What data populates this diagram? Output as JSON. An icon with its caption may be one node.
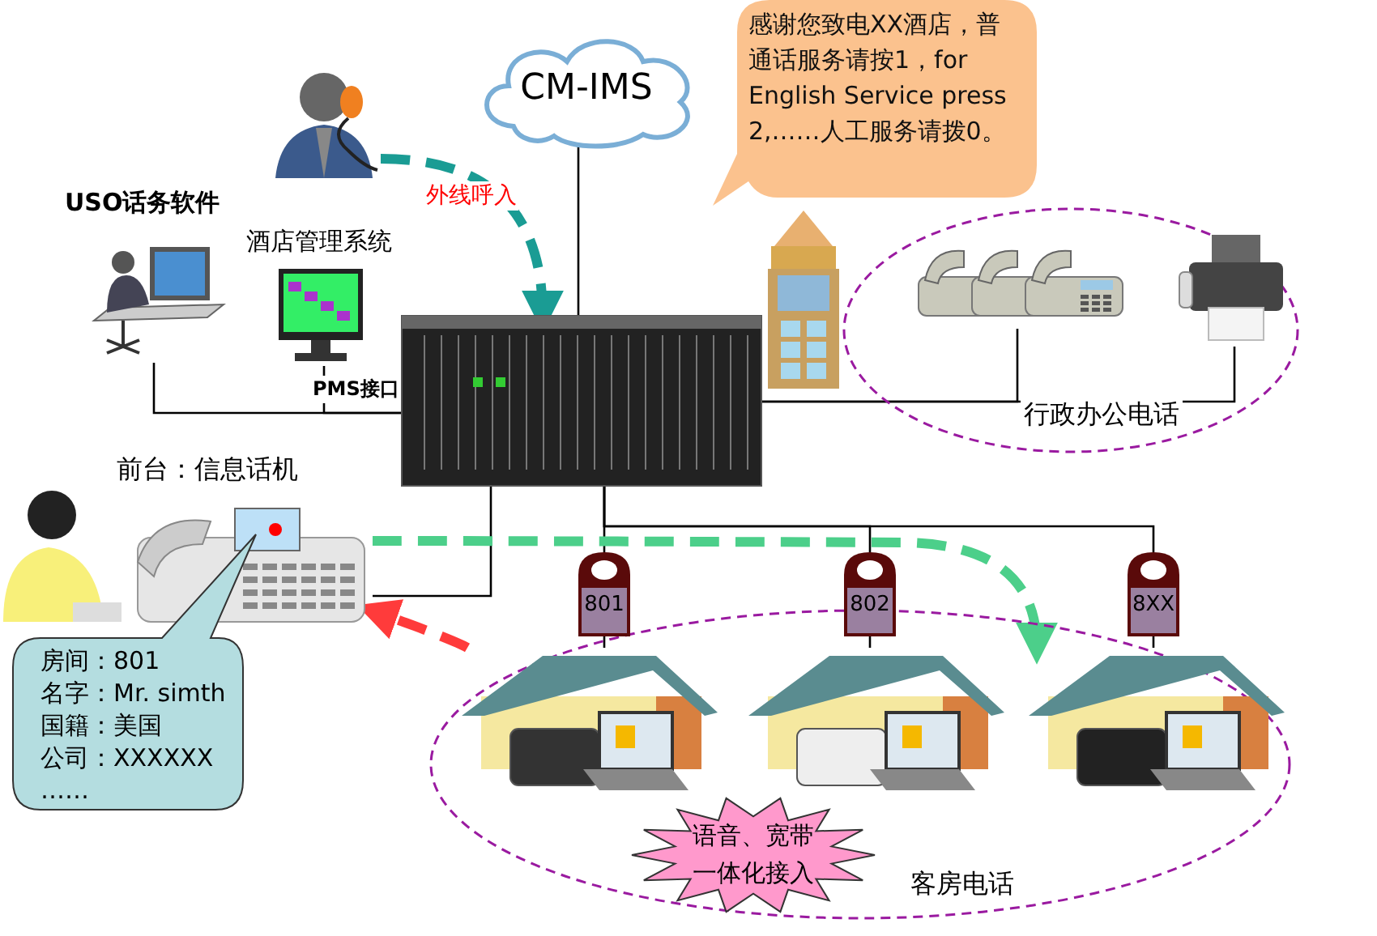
{
  "diagram": {
    "nodes": [
      {
        "text": [],
        "shape": "person"
      },
      {
        "text": [
          "CM-IMS"
        ]
      },
      {
        "text": [
          "感谢您致电XX酒店，普通话服务请按1，for English Service press 2,……人工服务请拨0。"
        ]
      },
      {
        "text": [],
        "shape": "picture"
      },
      {
        "text": [],
        "shape": "picture"
      },
      {
        "text": [
          "USO话务软件"
        ]
      },
      {
        "text": [
          "酒店管理系统"
        ]
      },
      {
        "text": [
          "前台：信息话机"
        ]
      },
      {
        "text": [
          "房间：801",
          "名字：Mr. simth",
          "国籍：美国",
          "公司：XXXXXX",
          "……"
        ]
      },
      {
        "text": [
          "行政办公电话"
        ]
      },
      {
        "text": [],
        "shape": "picture",
        "in": 9
      },
      {
        "text": [],
        "shape": "picture",
        "in": 9
      },
      {
        "text": [
          "客房电话"
        ]
      },
      {
        "text": [
          "801"
        ]
      },
      {
        "text": [
          "802"
        ]
      },
      {
        "text": [
          "8XX"
        ]
      },
      {
        "text": [],
        "shape": "picture",
        "in": 12
      },
      {
        "text": [],
        "shape": "picture",
        "in": 12
      },
      {
        "text": [],
        "shape": "picture",
        "in": 12
      },
      {
        "text": [
          "语音、宽带一体化接入"
        ],
        "in": 12
      }
    ],
    "edges": [
      {
        "from": 0,
        "to": 3,
        "arrow": "to",
        "label": "外线呼入",
        "style": "dashed",
        "color": "#1a9c94"
      },
      {
        "from": 1,
        "to": 3,
        "arrow": "none"
      },
      {
        "from": 5,
        "to": 3,
        "arrow": "none"
      },
      {
        "from": 6,
        "to": 3,
        "arrow": "none",
        "label": "PMS接口"
      },
      {
        "from": 3,
        "to": 10,
        "arrow": "none"
      },
      {
        "from": 3,
        "to": 11,
        "arrow": "none"
      },
      {
        "from": 3,
        "to": 7,
        "arrow": "none"
      },
      {
        "from": 3,
        "to": 13,
        "arrow": "none"
      },
      {
        "from": 3,
        "to": 14,
        "arrow": "none"
      },
      {
        "from": 3,
        "to": 15,
        "arrow": "none"
      },
      {
        "from": 13,
        "to": 16,
        "arrow": "none"
      },
      {
        "from": 14,
        "to": 17,
        "arrow": "none"
      },
      {
        "from": 15,
        "to": 18,
        "arrow": "none"
      },
      {
        "from": 16,
        "to": 7,
        "arrow": "to",
        "style": "dashed",
        "color": "#ff3b3b"
      },
      {
        "from": 7,
        "to": 18,
        "arrow": "to",
        "style": "dashed",
        "color": "#4ccf8a"
      }
    ]
  }
}
